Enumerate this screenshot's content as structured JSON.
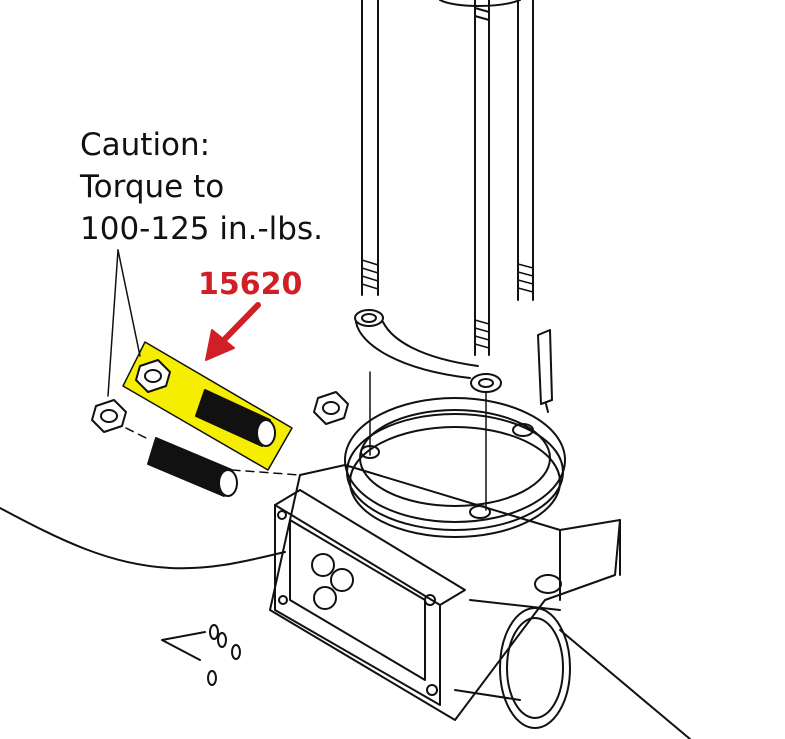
{
  "callout": {
    "caution_lines": [
      "Caution:",
      "Torque to",
      "100-125 in.-lbs."
    ]
  },
  "part_label": {
    "number": "15620",
    "highlight_color": "#f5ee00",
    "arrow_color": "#d11f26"
  },
  "components": [
    "tie-rods",
    "bent-tube",
    "dipstick-probe",
    "housing-flange",
    "valve-body",
    "pipe",
    "hex-nuts",
    "threaded-studs",
    "spring-clip"
  ]
}
